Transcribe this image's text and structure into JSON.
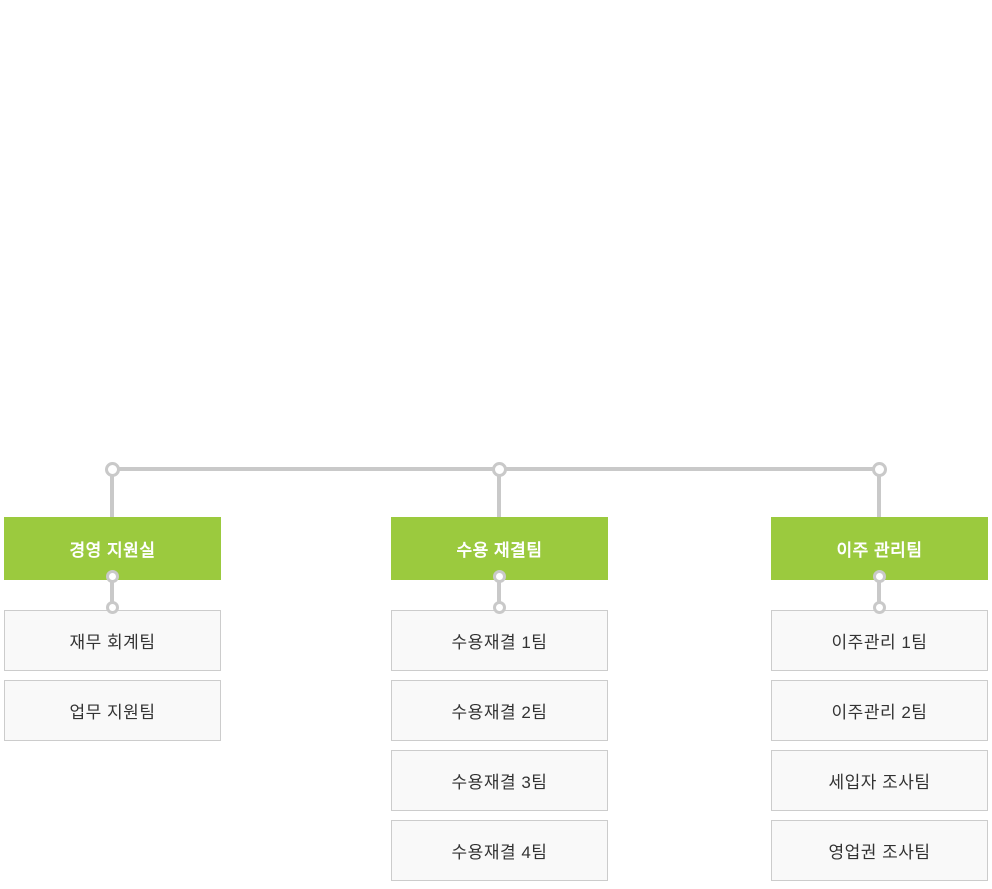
{
  "org_chart": {
    "accent_color": "#9bca3e",
    "connector_color": "#c9c9c9",
    "columns": [
      {
        "header": "경영 지원실",
        "items": [
          "재무 회계팀",
          "업무 지원팀"
        ]
      },
      {
        "header": "수용 재결팀",
        "items": [
          "수용재결 1팀",
          "수용재결 2팀",
          "수용재결 3팀",
          "수용재결 4팀"
        ]
      },
      {
        "header": "이주 관리팀",
        "items": [
          "이주관리 1팀",
          "이주관리 2팀",
          "세입자 조사팀",
          "영업권 조사팀"
        ]
      }
    ]
  }
}
